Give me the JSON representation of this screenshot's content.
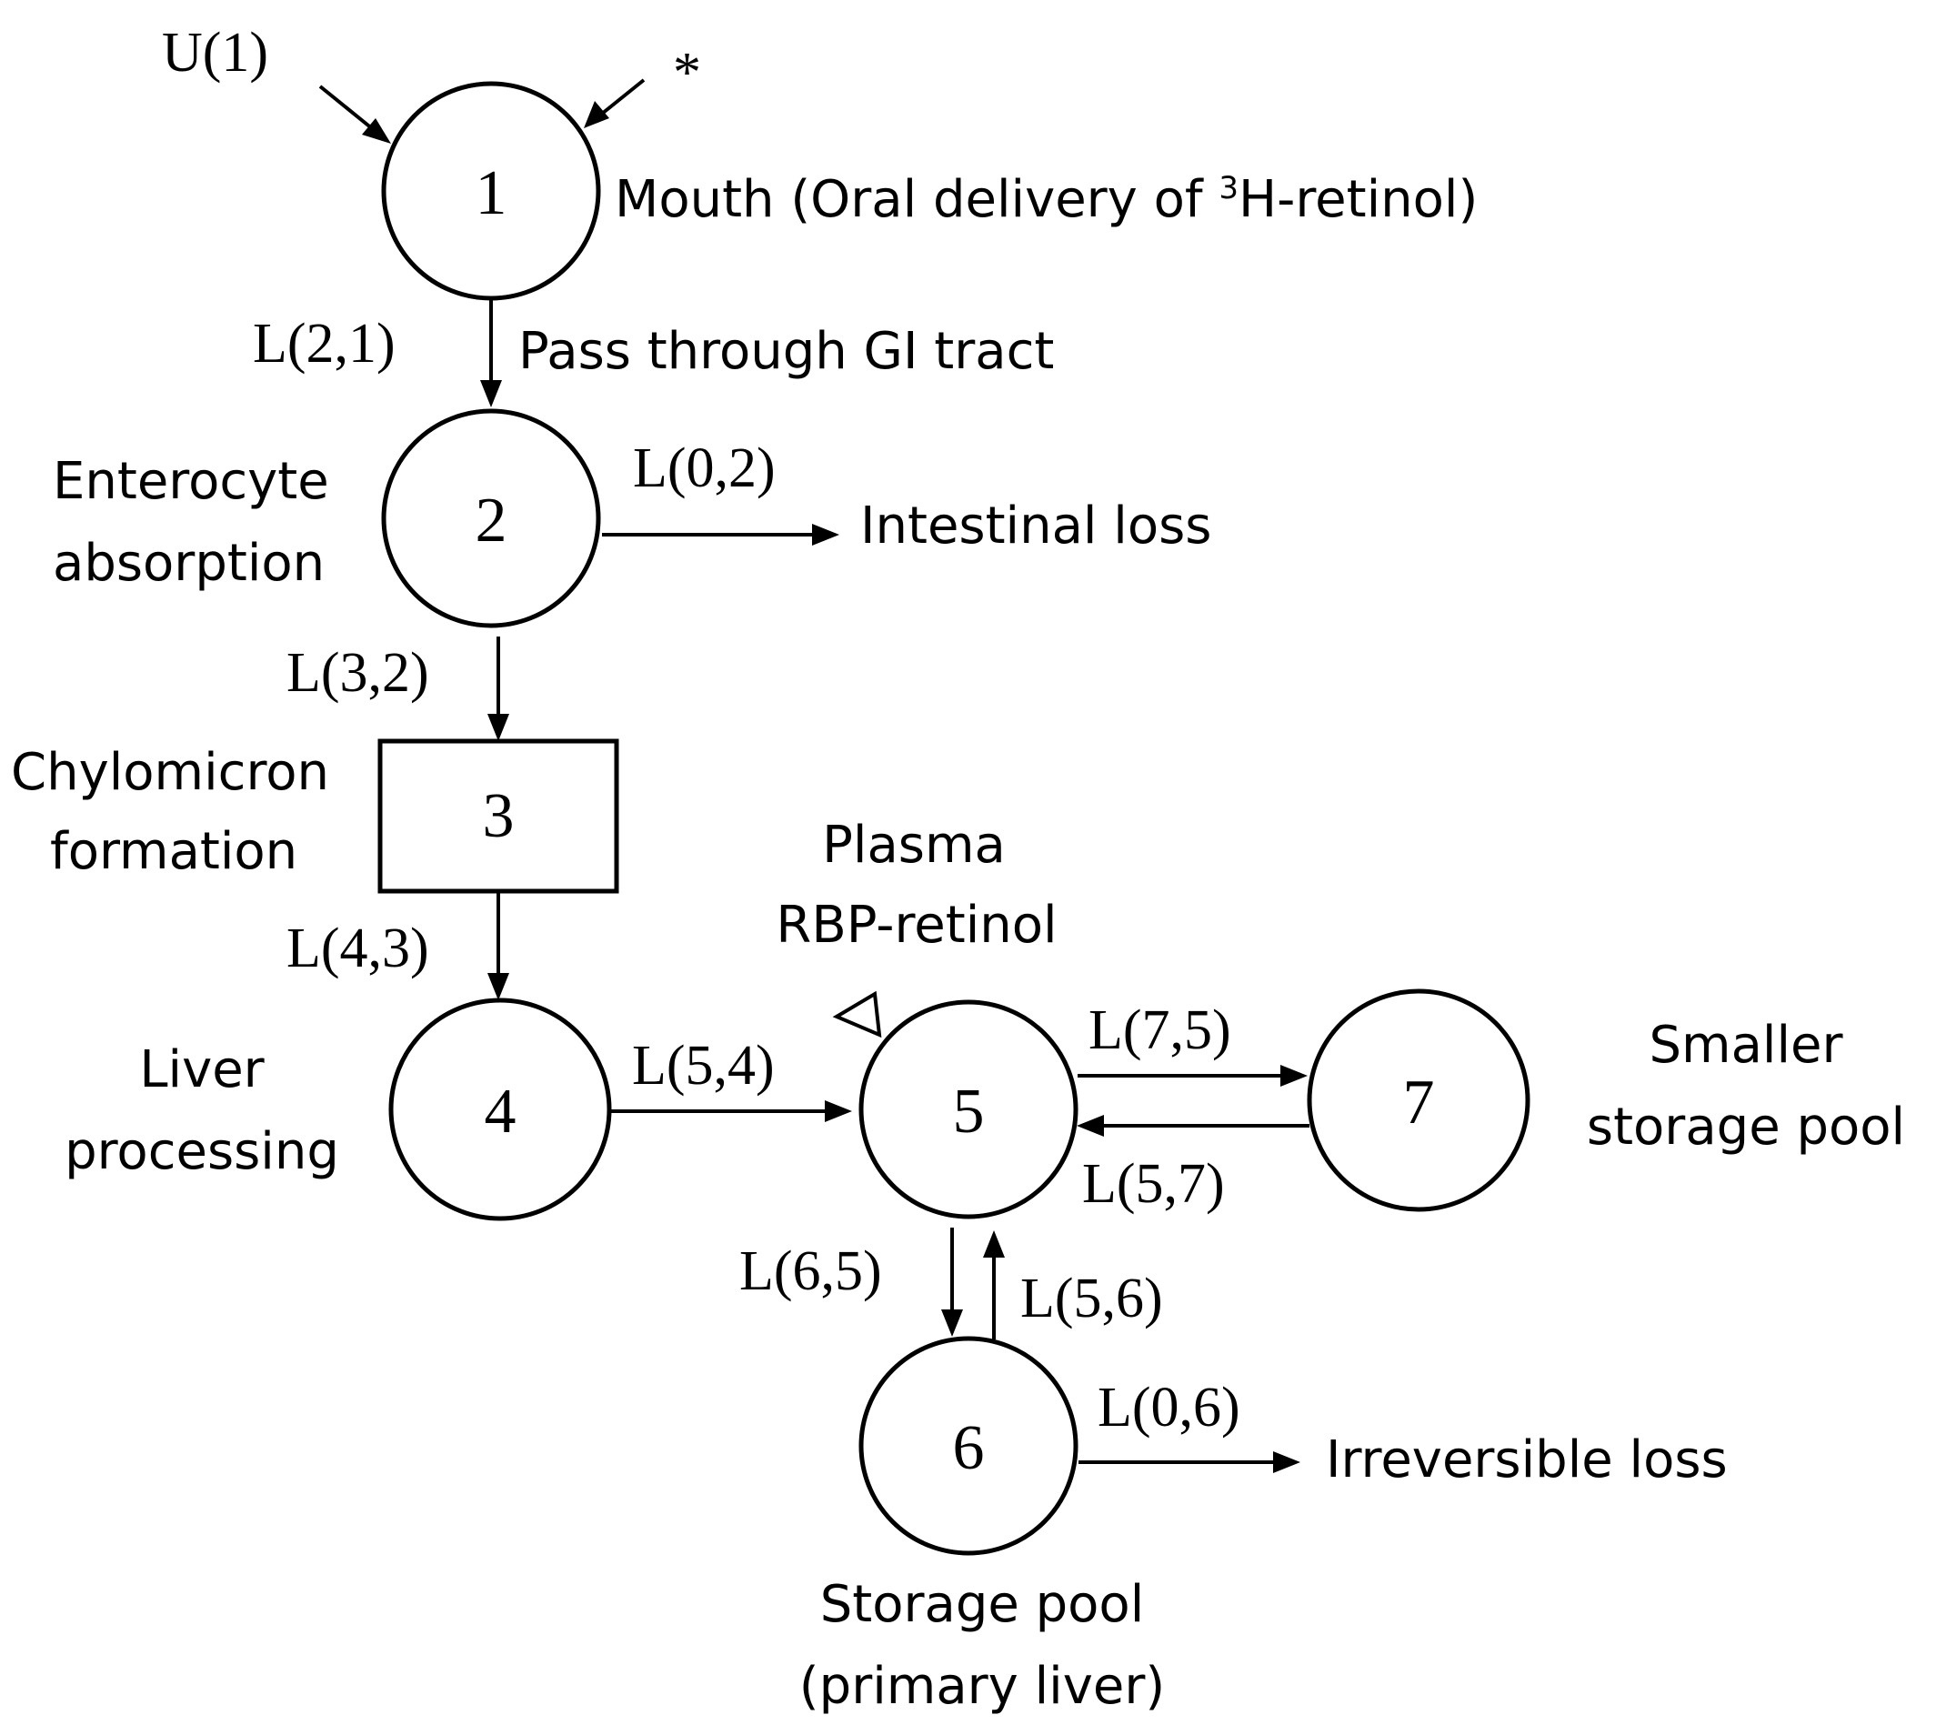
{
  "nodes": [
    {
      "id": "1",
      "shape": "circle"
    },
    {
      "id": "2",
      "shape": "circle"
    },
    {
      "id": "3",
      "shape": "rectangle"
    },
    {
      "id": "4",
      "shape": "circle"
    },
    {
      "id": "5",
      "shape": "circle"
    },
    {
      "id": "6",
      "shape": "circle"
    },
    {
      "id": "7",
      "shape": "circle"
    }
  ],
  "inputs": {
    "u1": "U(1)",
    "sample_marker": "*"
  },
  "rates": {
    "L21": "L(2,1)",
    "L02": "L(0,2)",
    "L32": "L(3,2)",
    "L43": "L(4,3)",
    "L54": "L(5,4)",
    "L75": "L(7,5)",
    "L57": "L(5,7)",
    "L65": "L(6,5)",
    "L56": "L(5,6)",
    "L06": "L(0,6)"
  },
  "labels": {
    "mouth_prefix": "Mouth (Oral delivery of ",
    "mouth_superscript": "3",
    "mouth_suffix": "H-retinol)",
    "gi_tract": "Pass through GI tract",
    "enterocyte_line1": "Enterocyte",
    "enterocyte_line2": "absorption",
    "intestinal_loss": "Intestinal loss",
    "chylomicron_line1": "Chylomicron",
    "chylomicron_line2": "formation",
    "plasma_line1": "Plasma",
    "plasma_line2": "RBP-retinol",
    "liver_line1": "Liver",
    "liver_line2": "processing",
    "smaller_line1": "Smaller",
    "smaller_line2": "storage pool",
    "irreversible_loss": "Irreversible loss",
    "storage_line1": "Storage pool",
    "storage_line2": "(primary liver)"
  }
}
